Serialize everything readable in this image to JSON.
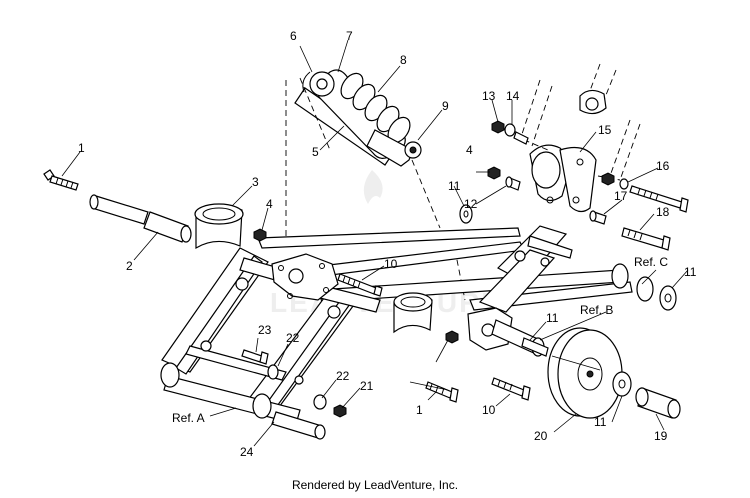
{
  "diagram": {
    "callouts": [
      "1",
      "2",
      "3",
      "4",
      "4",
      "5",
      "6",
      "7",
      "8",
      "9",
      "10",
      "10",
      "11",
      "11",
      "11",
      "11",
      "12",
      "13",
      "14",
      "15",
      "16",
      "17",
      "18",
      "19",
      "20",
      "21",
      "22",
      "22",
      "23",
      "24",
      "1"
    ],
    "refs": [
      "Ref. A",
      "Ref. B",
      "Ref. C"
    ],
    "watermark": "LEADVENTURE"
  },
  "footer": {
    "credit": "Rendered by LeadVenture, Inc."
  }
}
